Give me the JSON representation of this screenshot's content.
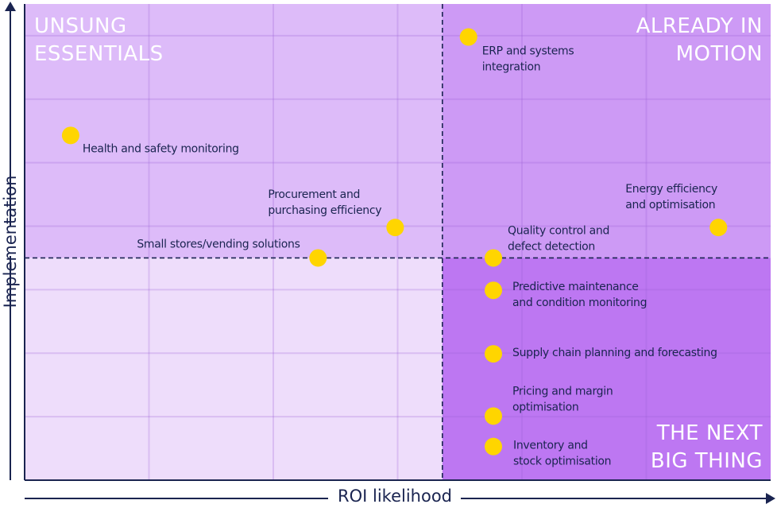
{
  "chart_data": {
    "type": "scatter",
    "title": "",
    "xlabel": "ROI likelihood",
    "ylabel": "Implementation",
    "xlim": [
      0,
      6
    ],
    "ylim": [
      0,
      7.5
    ],
    "grid": true,
    "x_threshold": 3.36,
    "y_threshold": 3.5,
    "quadrants": [
      {
        "name": "top-left",
        "lines": [
          "UNSUNG",
          "ESSENTIALS"
        ],
        "color": "#DDBBF9"
      },
      {
        "name": "top-right",
        "lines": [
          "ALREADY IN",
          "MOTION"
        ],
        "color": "#CD9AF5"
      },
      {
        "name": "bottom-left",
        "lines": [],
        "color": "#EEDDFB"
      },
      {
        "name": "bottom-right",
        "lines": [
          "THE NEXT",
          "BIG THING"
        ],
        "color": "#BD77F2"
      }
    ],
    "point_color": "#FFD500",
    "points": [
      {
        "label": [
          "ERP and systems",
          "integration"
        ],
        "x": 3.57,
        "y": 6.98
      },
      {
        "label": [
          "Health and safety monitoring"
        ],
        "x": 0.37,
        "y": 5.43
      },
      {
        "label": [
          "Procurement and",
          "purchasing efficiency"
        ],
        "x": 2.98,
        "y": 3.98
      },
      {
        "label": [
          "Small stores/vending solutions"
        ],
        "x": 2.36,
        "y": 3.5
      },
      {
        "label": [
          "Quality control and",
          "defect detection"
        ],
        "x": 3.77,
        "y": 3.5
      },
      {
        "label": [
          "Energy efficiency",
          "and optimisation"
        ],
        "x": 5.58,
        "y": 3.98
      },
      {
        "label": [
          "Predictive maintenance",
          "and condition monitoring"
        ],
        "x": 3.77,
        "y": 2.99
      },
      {
        "label": [
          "Supply chain planning and forecasting"
        ],
        "x": 3.77,
        "y": 1.99
      },
      {
        "label": [
          "Pricing and margin",
          "optimisation"
        ],
        "x": 3.77,
        "y": 1.01
      },
      {
        "label": [
          "Inventory and",
          "stock optimisation"
        ],
        "x": 3.77,
        "y": 0.53
      }
    ]
  }
}
